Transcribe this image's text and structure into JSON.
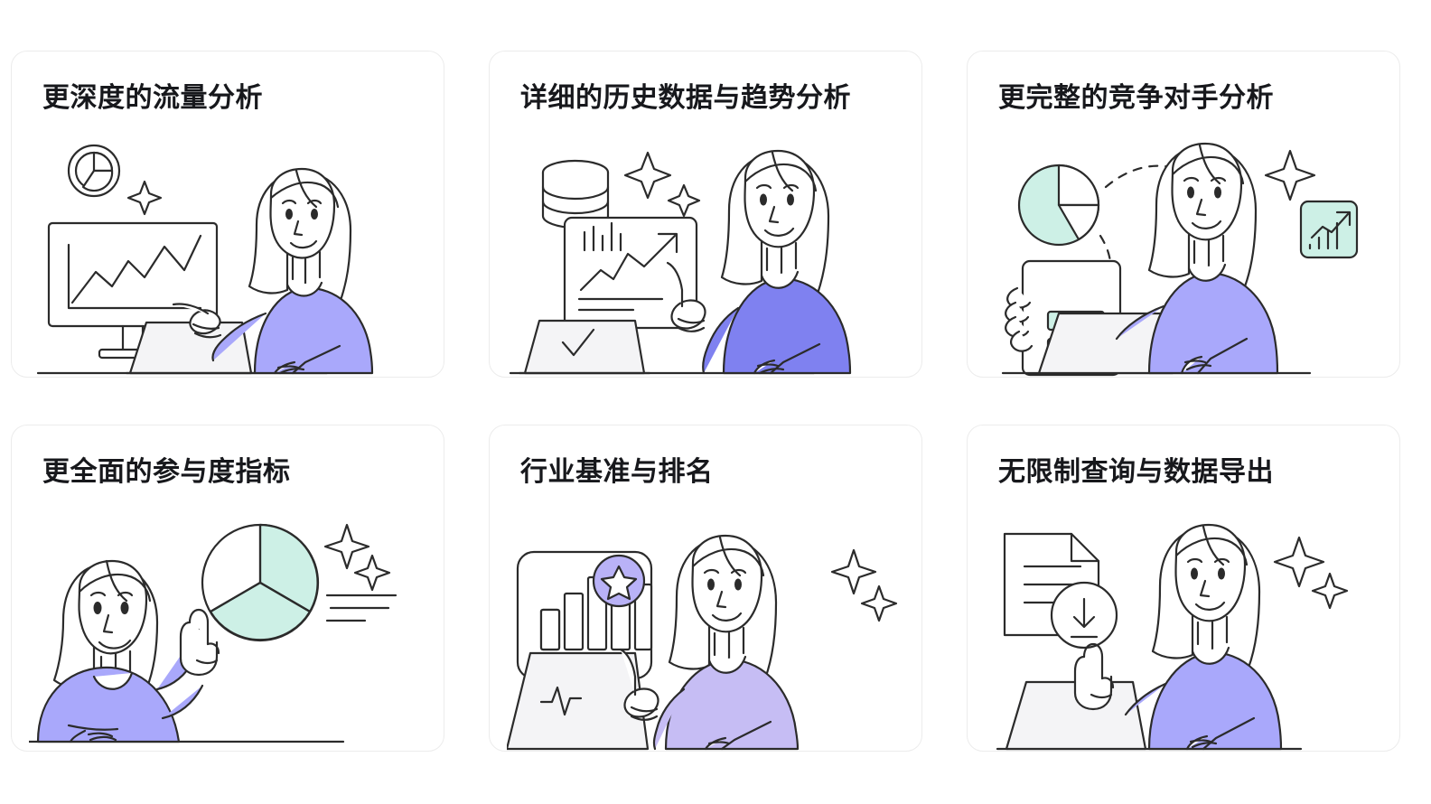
{
  "page": {
    "background_color": "#ffffff",
    "layout": "3-column feature card grid, 2 rows"
  },
  "theme": {
    "card_background": "#ffffff",
    "card_border": "#ececec",
    "title_color": "#17181c",
    "line_color": "#2b2b2b",
    "sweater_purple": "#a9a8fb",
    "sweater_lavender": "#c6bdf4",
    "accent_mint": "#cdf0e6",
    "accent_lilac": "#b9b2f7",
    "skin_white": "#ffffff",
    "device_gray": "#f4f4f6"
  },
  "cards": [
    {
      "id": "deeper-traffic-analysis",
      "title": "更深度的流量分析",
      "illustration": {
        "name": "woman-pointing-at-monitor-line-chart",
        "elements": [
          "pie-chart-circle-icon",
          "sparkle",
          "monitor-with-line-chart",
          "pointing-hand",
          "laptop",
          "desk-line",
          "woman-purple-sweater"
        ]
      }
    },
    {
      "id": "historical-data-trend-analysis",
      "title": "详细的历史数据与趋势分析",
      "illustration": {
        "name": "woman-with-database-and-trend-card",
        "elements": [
          "database-cylinder-icon",
          "sparkle-large",
          "sparkle-small",
          "trend-chart-card",
          "bar-group",
          "pointing-hand",
          "laptop-with-check",
          "desk-line",
          "woman-purple-sweater"
        ]
      }
    },
    {
      "id": "complete-competitor-analysis",
      "title": "更完整的竞争对手分析",
      "illustration": {
        "name": "woman-holding-report-with-pie-and-trend-badge",
        "elements": [
          "pie-chart-mint",
          "dashed-connector",
          "report-tablet",
          "mint-bar",
          "white-bar",
          "trend-badge-mint",
          "sparkle",
          "laptop",
          "desk-line",
          "woman-purple-sweater"
        ]
      }
    },
    {
      "id": "comprehensive-engagement-metrics",
      "title": "更全面的参与度指标",
      "illustration": {
        "name": "woman-pointing-at-three-segment-pie",
        "elements": [
          "pie-chart-three-segments-mint",
          "sparkle-large",
          "sparkle-small",
          "legend-lines",
          "pointing-hand-up",
          "desk-line",
          "woman-purple-sweater"
        ]
      }
    },
    {
      "id": "industry-benchmark-ranking",
      "title": "行业基准与排名",
      "illustration": {
        "name": "woman-pointing-at-bar-chart-with-star-badge",
        "elements": [
          "bar-chart-card",
          "star-badge-lilac",
          "pointing-hand",
          "laptop-with-pulse",
          "sparkle-large",
          "sparkle-small",
          "desk-line",
          "woman-lavender-sweater"
        ]
      }
    },
    {
      "id": "unlimited-query-data-export",
      "title": "无限制查询与数据导出",
      "illustration": {
        "name": "woman-with-document-download",
        "elements": [
          "document-page-icon",
          "download-arrow-circle",
          "text-lines",
          "pointing-hand-up",
          "sparkle-large",
          "sparkle-small",
          "laptop",
          "desk-line",
          "woman-purple-sweater"
        ]
      }
    }
  ]
}
